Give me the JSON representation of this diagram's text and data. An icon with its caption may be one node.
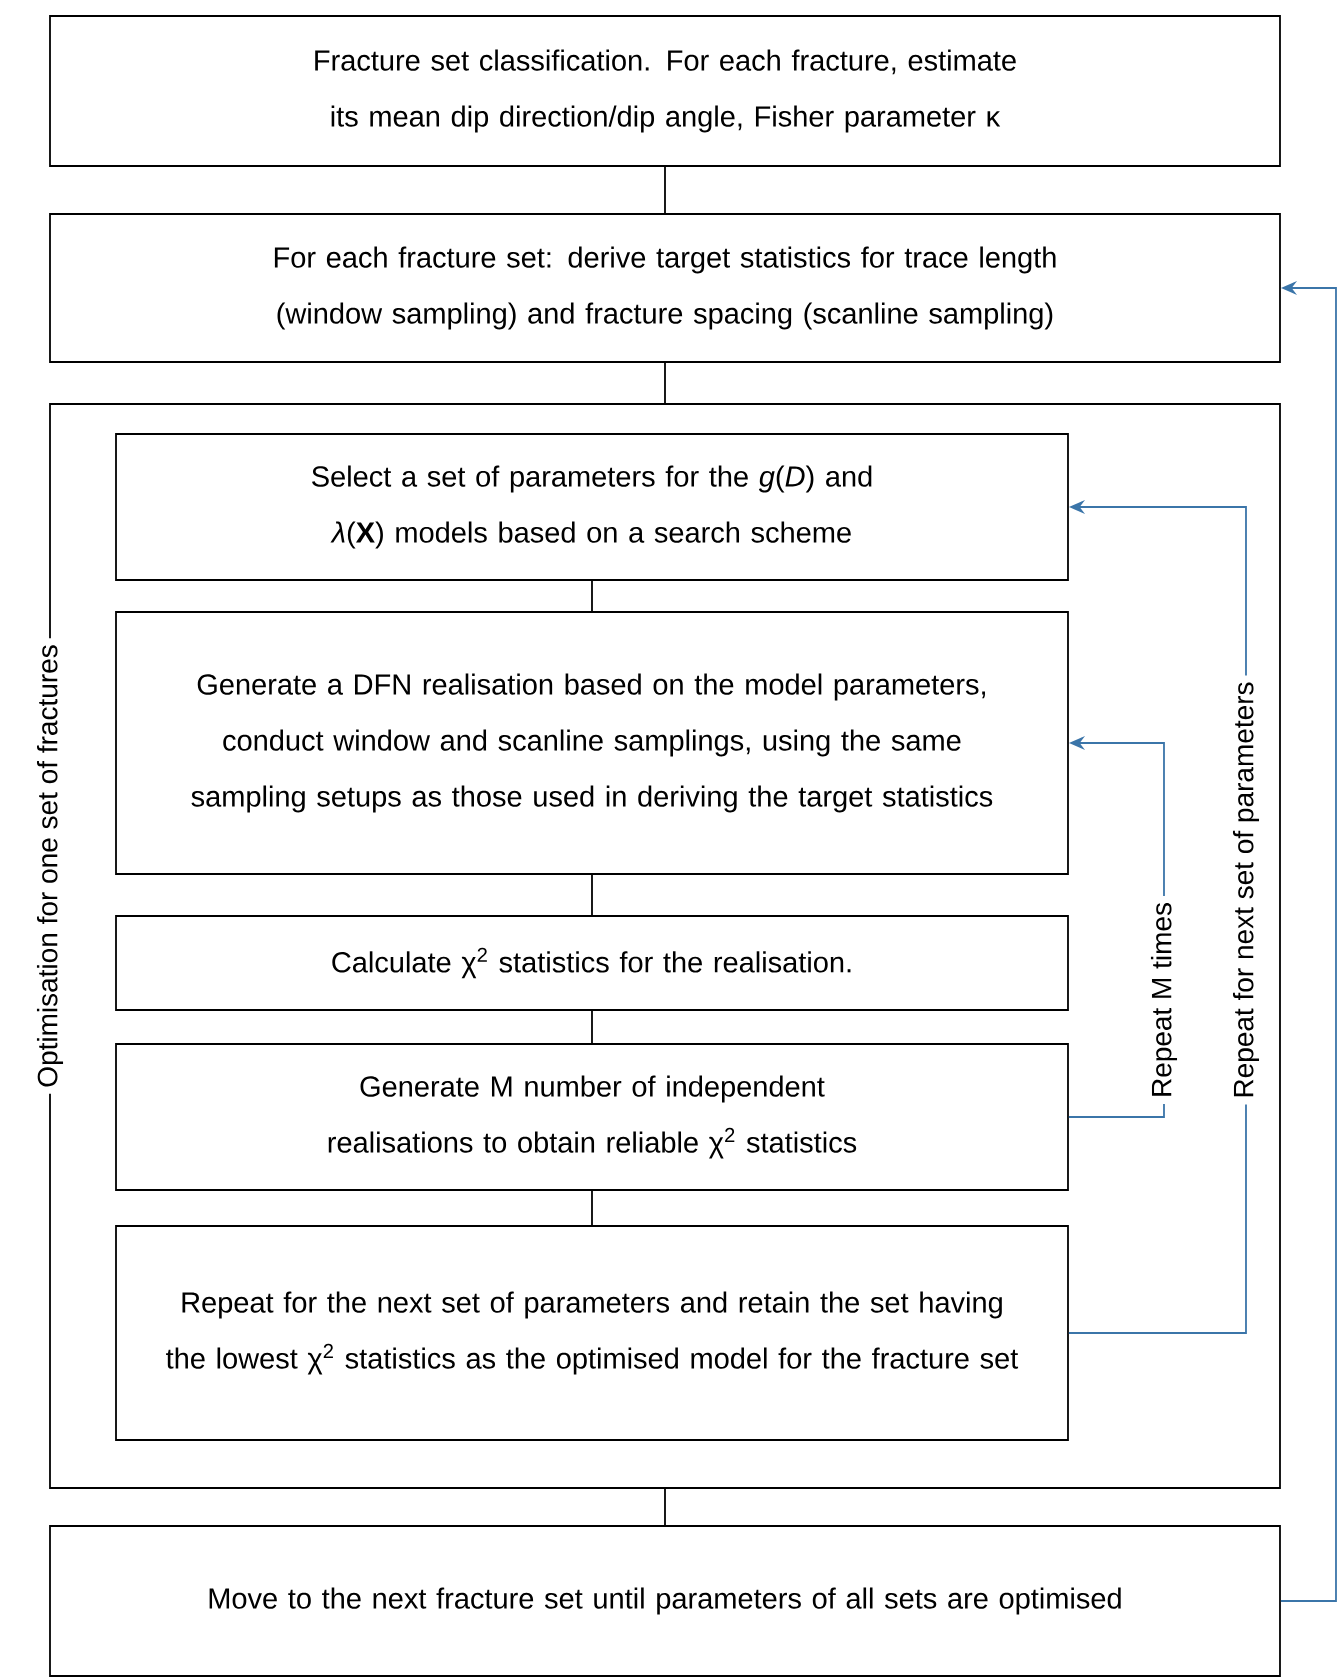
{
  "diagram": {
    "nodes": [
      {
        "text": [
          "Fracture set classification. For each fracture, estimate its mean dip direction/dip angle, Fisher parameter κ"
        ]
      },
      {
        "text": [
          "For each fracture set: derive target statistics for trace length (window sampling) and fracture spacing (scanline sampling)"
        ]
      },
      {
        "text": [
          "Optimisation for one set of fractures"
        ]
      },
      {
        "text": [
          "Select a set of parameters for the *g*(*D*) and *λ*(**X**) models based on a search scheme"
        ],
        "in": 2
      },
      {
        "text": [
          "Generate a DFN realisation based on the model parameters, conduct window and scanline samplings, using the same sampling setups as those used in deriving the target statistics"
        ],
        "in": 2
      },
      {
        "text": [
          "Calculate χ$^{2}$ statistics for the realisation."
        ],
        "in": 2
      },
      {
        "text": [
          "Generate M number of independent realisations to obtain reliable χ$^{2}$ statistics"
        ],
        "in": 2
      },
      {
        "text": [
          "Repeat for the next set of parameters and retain the set having the lowest χ$^{2}$ statistics as the optimised model for the fracture set"
        ],
        "in": 2
      },
      {
        "text": [
          "Move to the next fracture set until parameters of all sets are optimised"
        ]
      }
    ],
    "edges": [
      {
        "from": 0,
        "to": 1,
        "arrow": "none"
      },
      {
        "from": 1,
        "to": 2,
        "arrow": "none"
      },
      {
        "from": 3,
        "to": 4,
        "arrow": "none"
      },
      {
        "from": 4,
        "to": 5,
        "arrow": "none"
      },
      {
        "from": 5,
        "to": 6,
        "arrow": "none"
      },
      {
        "from": 6,
        "to": 7,
        "arrow": "none"
      },
      {
        "from": 2,
        "to": 8,
        "arrow": "none"
      },
      {
        "from": 6,
        "to": 4,
        "arrow": "to",
        "label": "Repeat M times",
        "color": "#3b75a9"
      },
      {
        "from": 7,
        "to": 3,
        "arrow": "to",
        "label": "Repeat for next set of parameters",
        "color": "#3b75a9"
      },
      {
        "from": 8,
        "to": 1,
        "arrow": "to",
        "color": "#3b75a9"
      }
    ]
  }
}
